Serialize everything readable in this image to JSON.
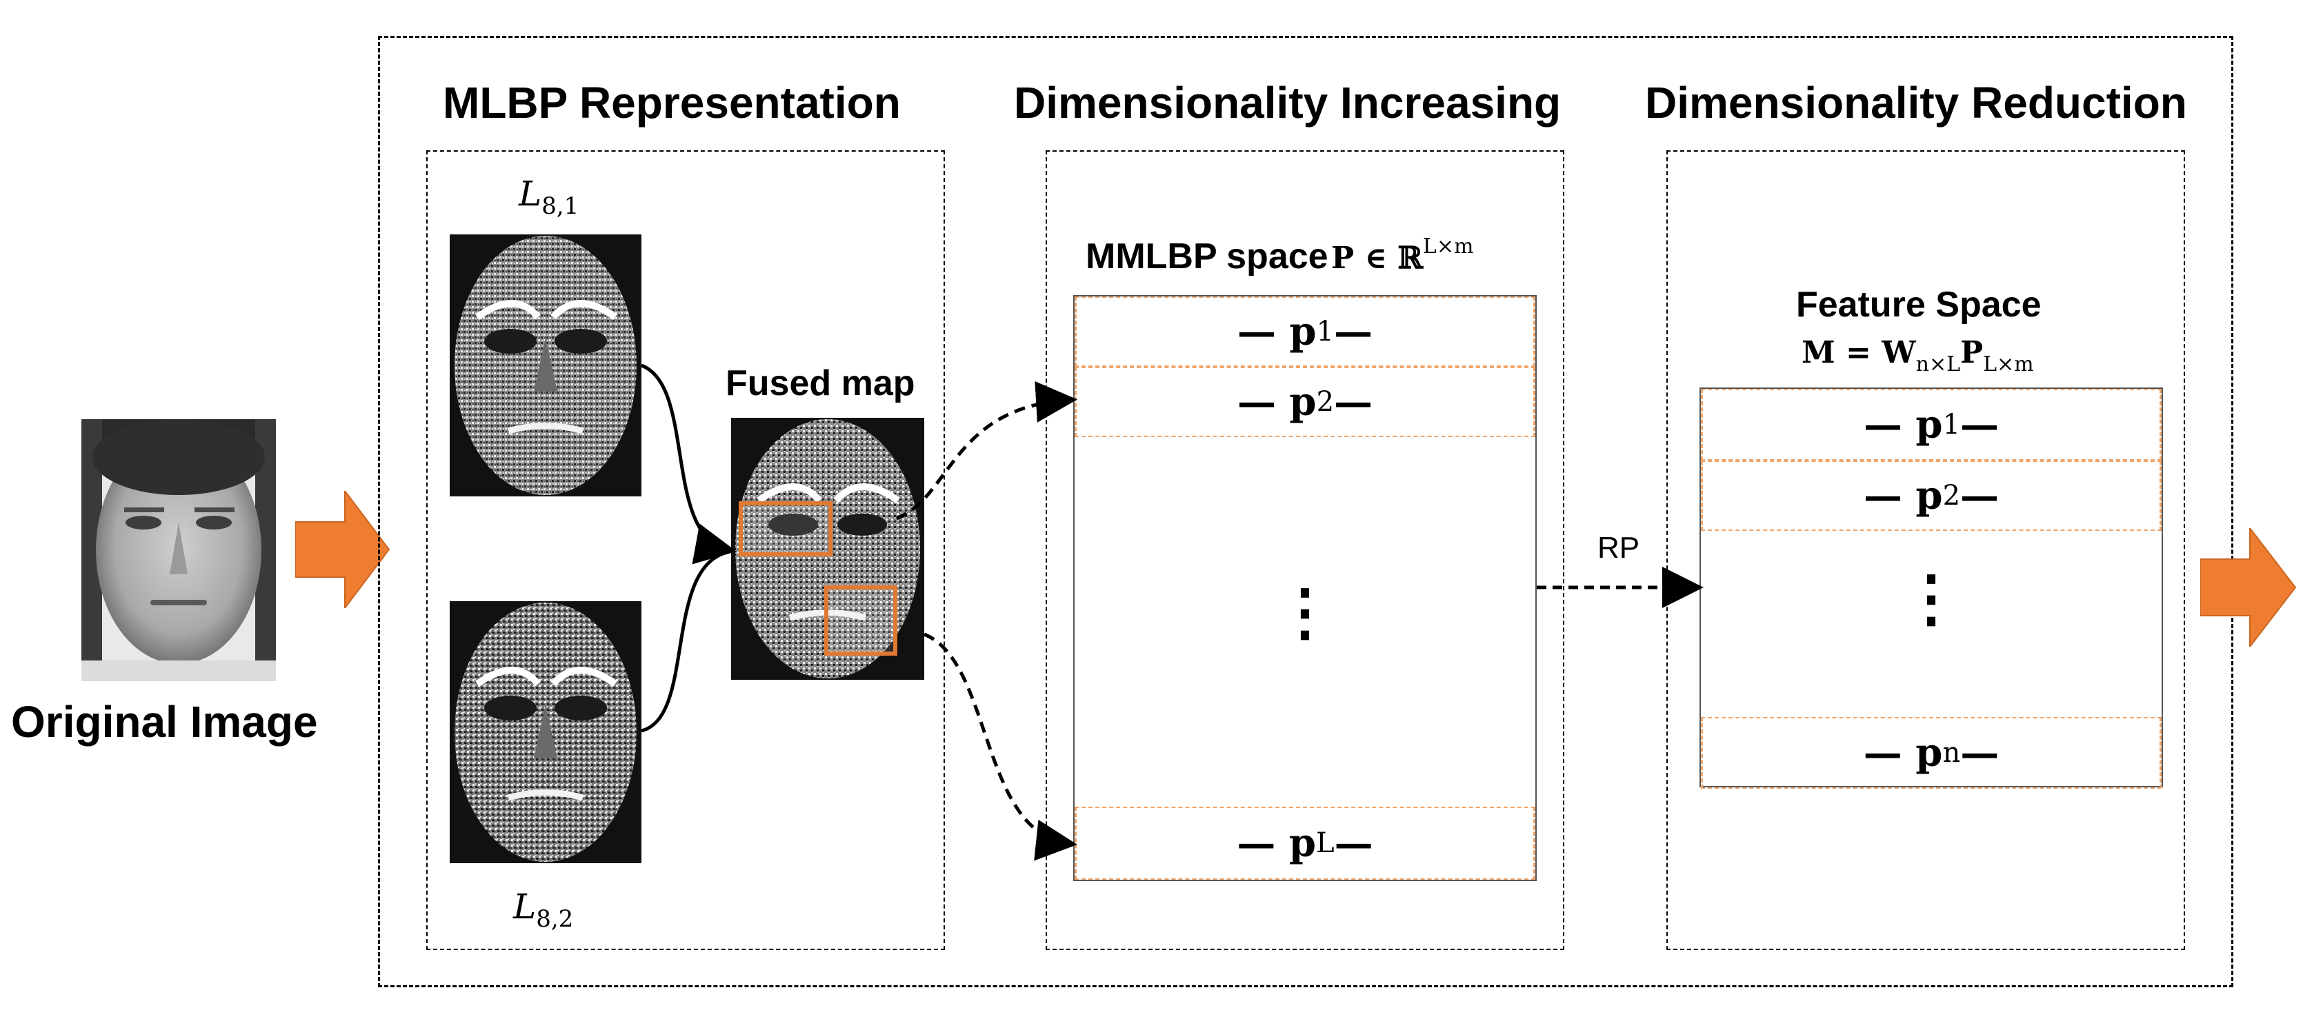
{
  "original": {
    "label": "Original Image"
  },
  "stages": {
    "mlbp": "MLBP Representation",
    "increase": "Dimensionality Increasing",
    "reduce": "Dimensionality Reduction"
  },
  "mlbp": {
    "top_operator": "L",
    "top_operator_sub": "8,1",
    "bottom_operator": "L",
    "bottom_operator_sub": "8,2",
    "fused_label": "Fused map"
  },
  "mmlbp": {
    "caption": "MMLBP space",
    "symbol": "P ∈ ℝ",
    "dims": "L×m",
    "rows": [
      {
        "prefix": "— p",
        "sub": "1",
        "suffix": " —"
      },
      {
        "prefix": "— p",
        "sub": "2",
        "suffix": " —"
      },
      {
        "prefix": "— p",
        "sub": "L",
        "suffix": " —"
      }
    ],
    "ellipsis": "⋮"
  },
  "projection": {
    "label": "RP"
  },
  "feature": {
    "caption": "Feature Space",
    "formula_lhs": "M = W",
    "formula_w_sub": "n×L",
    "formula_p": "P",
    "formula_p_sub": "L×m",
    "rows": [
      {
        "prefix": "— p",
        "sub": "1",
        "suffix": " —"
      },
      {
        "prefix": "— p",
        "sub": "2",
        "suffix": " —"
      },
      {
        "prefix": "— p",
        "sub": "n",
        "suffix": " —"
      }
    ],
    "ellipsis": "⋮"
  },
  "colors": {
    "arrow_fill": "#ee7d31",
    "highlight_box": "#e07a32",
    "row_border": "#f0a56a"
  },
  "icons": {
    "input_arrow": "right-block-arrow-icon",
    "output_arrow": "right-block-arrow-icon"
  }
}
